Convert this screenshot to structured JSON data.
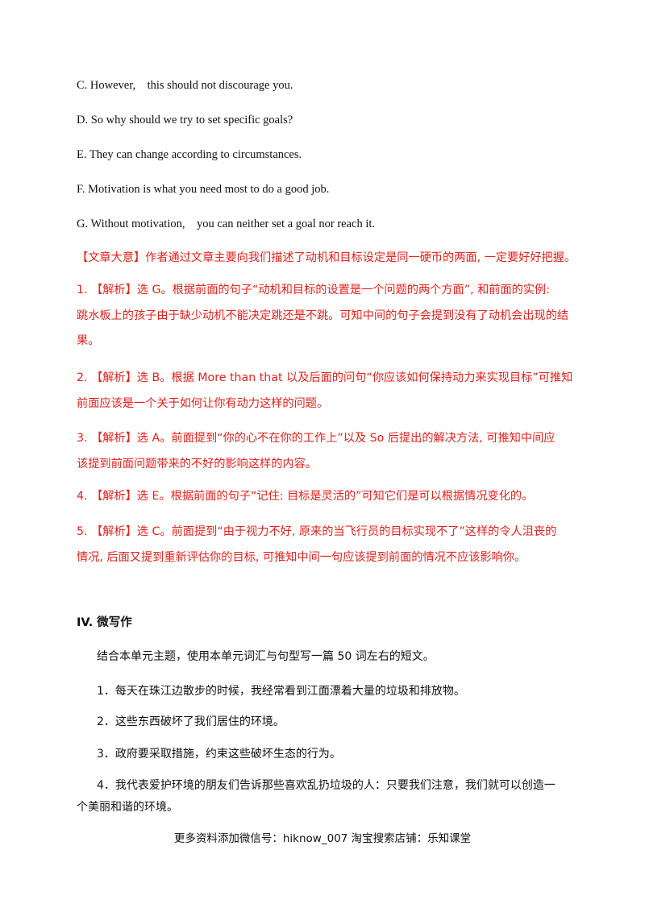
{
  "options": [
    "C. However,    this should not discourage you.",
    "D. So why should we try to set specific goals?",
    "E. They can change according to circumstances.",
    "F. Motivation is what you need most to do a good job.",
    "G. Without motivation,    you can neither set a goal nor reach it."
  ],
  "summary": "【文章大意】作者通过文章主要向我们描述了动机和目标设定是同一硬币的两面, 一定要好好把握。",
  "explanations": [
    {
      "lines": [
        "1. 【解析】选 G。根据前面的句子“动机和目标的设置是一个问题的两个方面”, 和前面的实例:",
        "跳水板上的孩子由于缺少动机不能决定跳还是不跳。可知中间的句子会提到没有了动机会出现的结",
        "果。"
      ]
    },
    {
      "lines": [
        "2. 【解析】选 B。根据 More than that 以及后面的问句“你应该如何保持动力来实现目标”可推知",
        "前面应该是一个关于如何让你有动力这样的问题。"
      ]
    },
    {
      "lines": [
        "3. 【解析】选 A。前面提到“你的心不在你的工作上”以及 So 后提出的解决方法, 可推知中间应",
        "该提到前面问题带来的不好的影响这样的内容。"
      ]
    },
    {
      "lines": [
        "4. 【解析】选 E。根据前面的句子“记住: 目标是灵活的”可知它们是可以根据情况变化的。"
      ]
    },
    {
      "lines": [
        "5. 【解析】选 C。前面提到“由于视力不好, 原来的当飞行员的目标实现不了”这样的令人沮丧的",
        "情况, 后面又提到重新评估你的目标, 可推知中间一句应该提到前面的情况不应该影响你。"
      ]
    }
  ],
  "section": {
    "heading": "IV. 微写作",
    "intro": "结合本单元主题，使用本单元词汇与句型写一篇 50 词左右的短文。",
    "items": [
      "1．每天在珠江边散步的时候，我经常看到江面漂着大量的垃圾和排放物。",
      "2．这些东西破坏了我们居住的环境。",
      "3．政府要采取措施，约束这些破坏生态的行为。"
    ],
    "item4_line1": "4．我代表爱护环境的朋友们告诉那些喜欢乱扔垃圾的人：只要我们注意，我们就可以创造一",
    "item4_line2": "个美丽和谐的环境。"
  },
  "footer": "更多资料添加微信号：hiknow_007    淘宝搜索店铺：乐知课堂"
}
